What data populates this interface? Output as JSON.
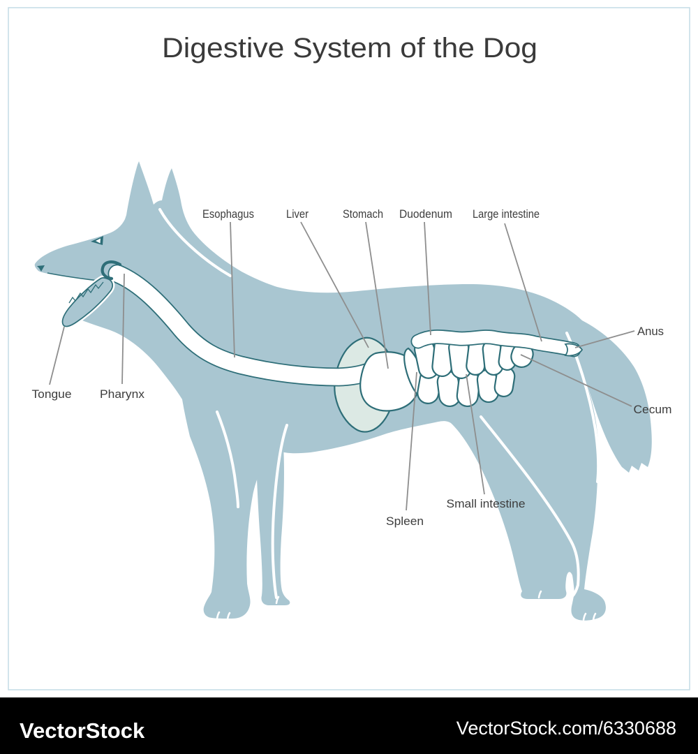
{
  "title": "Digestive System of the Dog",
  "labels": {
    "esophagus": "Esophagus",
    "liver": "Liver",
    "stomach": "Stomach",
    "duodenum": "Duodenum",
    "large_intestine": "Large intestine",
    "anus": "Anus",
    "cecum": "Cecum",
    "small_intestine": "Small intestine",
    "spleen": "Spleen",
    "tongue": "Tongue",
    "pharynx": "Pharynx"
  },
  "watermark": {
    "brand": "VectorStock",
    "site": "VectorStock.com/6330688"
  },
  "colors": {
    "body": "#a9c6d1",
    "organ_outline": "#2e6e78",
    "organ_fill": "#ffffff",
    "liver_fill": "#dce9e4",
    "label_text": "#3d3d3d",
    "leader_line": "#8e8e8e",
    "title_text": "#3a3a3a",
    "frame": "#c3dce5",
    "bar_bg": "#000000",
    "bar_text": "#ffffff"
  }
}
